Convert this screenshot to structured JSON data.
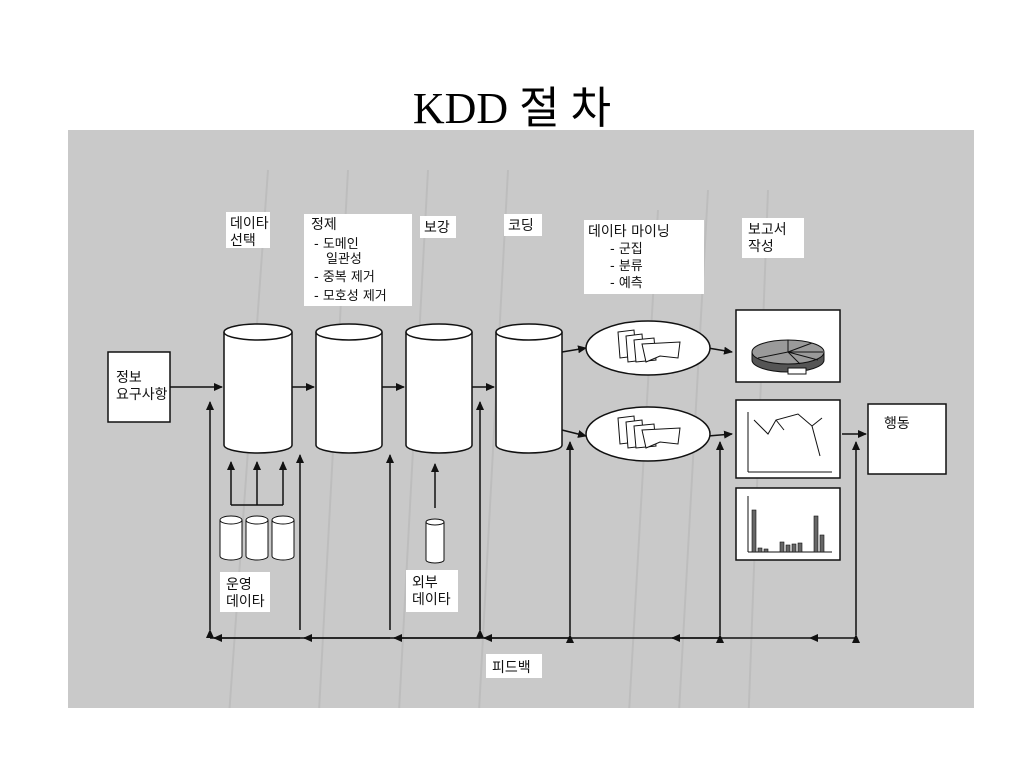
{
  "title": "KDD 절 차",
  "stages": {
    "selection": [
      "데이타",
      "선택"
    ],
    "cleaning": {
      "label": "정제",
      "items": [
        "- 도메인",
        "일관성",
        "- 중복 제거",
        "- 모호성 제거"
      ]
    },
    "enrichment": "보강",
    "coding": "코딩",
    "mining": {
      "label": "데이타 마이닝",
      "items": [
        "- 군집",
        "- 분류",
        "- 예측"
      ]
    },
    "reporting": [
      "보고서",
      "작성"
    ]
  },
  "info_requirements": [
    "정보",
    "요구사항"
  ],
  "action": "행동",
  "operational_data": [
    "운영",
    "데이타"
  ],
  "external_data": [
    "외부",
    "데이타"
  ],
  "feedback": "피드백",
  "colors": {
    "scan_background": "#c9c9c9",
    "box_fill": "#ffffff",
    "line": "#111111"
  }
}
